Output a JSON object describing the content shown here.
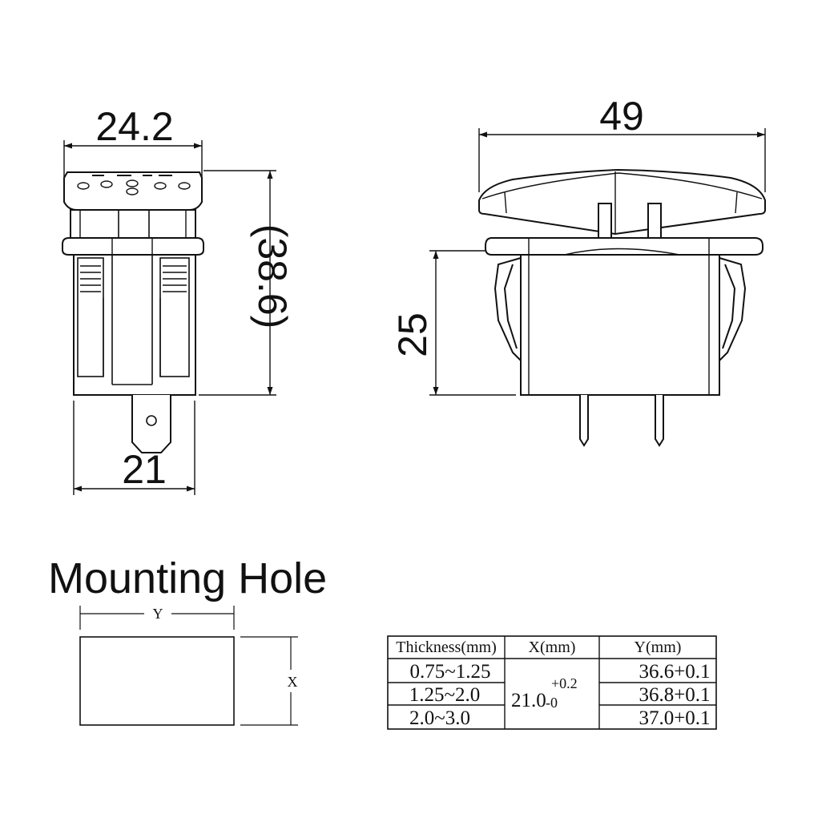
{
  "front_view": {
    "width_top": "24.2",
    "height": "(38.6)",
    "width_bottom": "21"
  },
  "side_view": {
    "width": "49",
    "height": "25"
  },
  "mounting_hole": {
    "title": "Mounting Hole",
    "y_label": "Y",
    "x_label": "X",
    "table": {
      "headers": [
        "Thickness(mm)",
        "X(mm)",
        "Y(mm)"
      ],
      "rows": [
        {
          "thickness": "0.75~1.25",
          "y": "36.6+0.1"
        },
        {
          "thickness": "1.25~2.0",
          "y": "36.8+0.1"
        },
        {
          "thickness": "2.0~3.0",
          "y": "37.0+0.1"
        }
      ],
      "x_value": {
        "base": "21.0",
        "upper_tol": "+0.2",
        "lower_tol": "-0"
      }
    }
  }
}
